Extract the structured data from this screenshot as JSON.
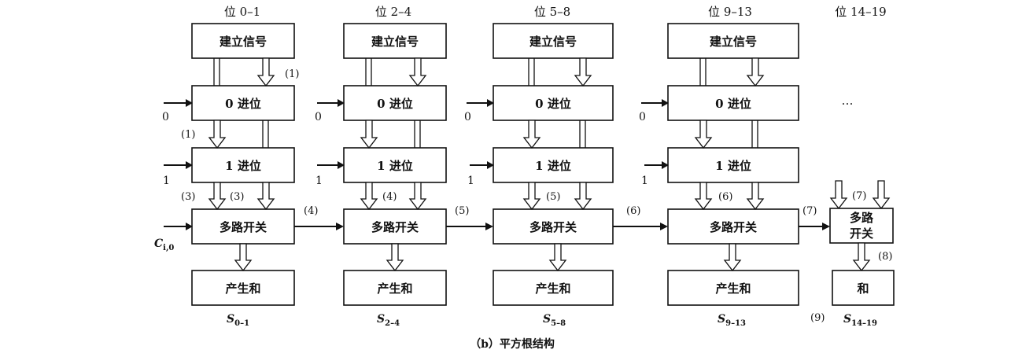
{
  "groups": [
    {
      "header": "位 0–1",
      "blocks": [
        "建立信号",
        "0 进位",
        "1 进位",
        "多路开关",
        "产生和"
      ],
      "sum": {
        "base": "S",
        "sub": "0–1"
      }
    },
    {
      "header": "位 2–4",
      "blocks": [
        "建立信号",
        "0 进位",
        "1 进位",
        "多路开关",
        "产生和"
      ],
      "sum": {
        "base": "S",
        "sub": "2–4"
      }
    },
    {
      "header": "位 5–8",
      "blocks": [
        "建立信号",
        "0 进位",
        "1 进位",
        "多路开关",
        "产生和"
      ],
      "sum": {
        "base": "S",
        "sub": "5–8"
      }
    },
    {
      "header": "位 9–13",
      "blocks": [
        "建立信号",
        "0 进位",
        "1 进位",
        "多路开关",
        "产生和"
      ],
      "sum": {
        "base": "S",
        "sub": "9–13"
      }
    }
  ],
  "last_group": {
    "header": "位 14–19",
    "ellipsis": "…",
    "mux_lines": [
      "多路",
      "开关"
    ],
    "sum_block": "和",
    "sum": {
      "base": "S",
      "sub": "14–19"
    }
  },
  "inputs": {
    "zero": "0",
    "one": "1",
    "carry_base": "C",
    "carry_sub": "i,0"
  },
  "step_tags": {
    "t1": "(1)",
    "t3": "(3)",
    "t4": "(4)",
    "t5": "(5)",
    "t6": "(6)",
    "t7": "(7)",
    "t8": "(8)",
    "t9": "(9)"
  },
  "caption": "（b）平方根结构"
}
